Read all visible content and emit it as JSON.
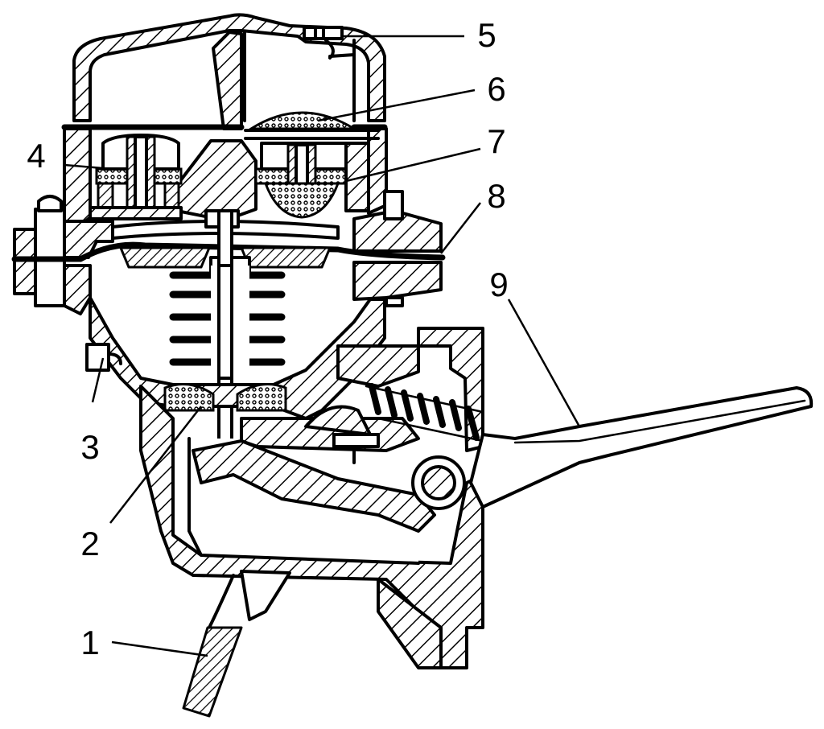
{
  "callouts": [
    {
      "number": "1",
      "part": "lever-arm"
    },
    {
      "number": "2",
      "part": "diaphragm-rod-seal"
    },
    {
      "number": "3",
      "part": "vent-fitting"
    },
    {
      "number": "4",
      "part": "inlet-valve"
    },
    {
      "number": "5",
      "part": "cover-screw"
    },
    {
      "number": "6",
      "part": "filter-screen"
    },
    {
      "number": "7",
      "part": "outlet-valve"
    },
    {
      "number": "8",
      "part": "diaphragm"
    },
    {
      "number": "9",
      "part": "hand-primer-lever"
    }
  ]
}
